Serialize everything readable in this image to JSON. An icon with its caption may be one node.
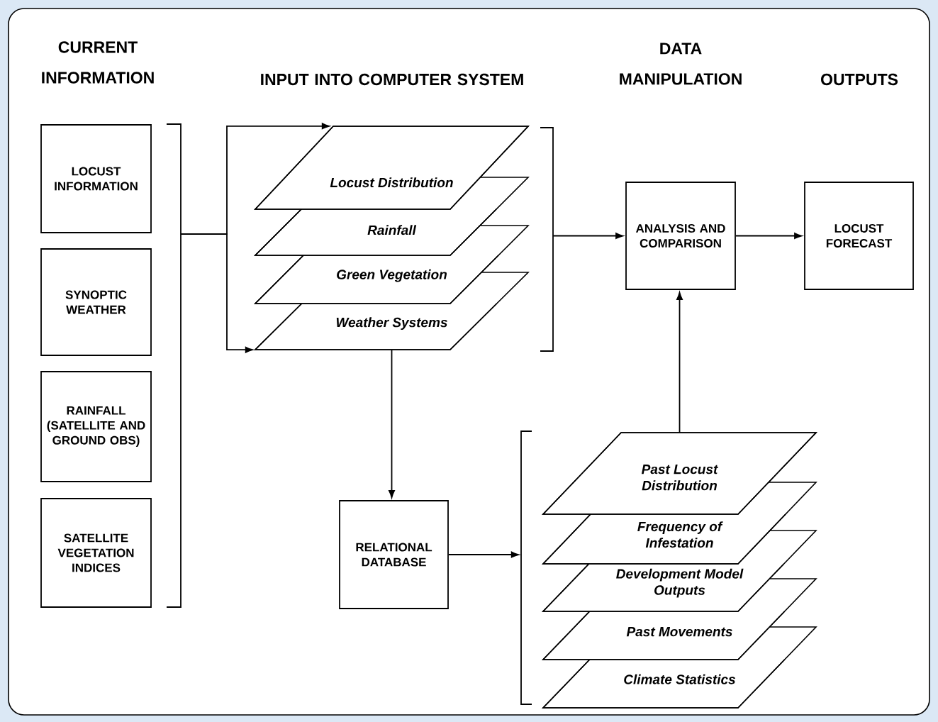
{
  "diagram": {
    "nodes": [
      {
        "text": [
          "LOCUST INFORMATION"
        ]
      },
      {
        "text": [
          "SYNOPTIC WEATHER"
        ]
      },
      {
        "text": [
          "RAINFALL (SATELLITE AND GROUND OBS)"
        ]
      },
      {
        "text": [
          "SATELLITE VEGETATION INDICES"
        ]
      },
      {
        "text": [
          "Locust Distribution"
        ]
      },
      {
        "text": [
          "Rainfall"
        ]
      },
      {
        "text": [
          "Green Vegetation"
        ]
      },
      {
        "text": [
          "Weather Systems"
        ]
      },
      {
        "text": [
          "ANALYSIS AND COMPARISON"
        ]
      },
      {
        "text": [
          "LOCUST FORECAST"
        ]
      },
      {
        "text": [
          "RELATIONAL DATABASE"
        ]
      },
      {
        "text": [
          "Past Locust Distribution"
        ]
      },
      {
        "text": [
          "Frequency of Infestation"
        ]
      },
      {
        "text": [
          "Development Model Outputs"
        ]
      },
      {
        "text": [
          "Past Movements"
        ]
      },
      {
        "text": [
          "Climate Statistics"
        ]
      },
      {
        "text": [],
        "shape": "bracket"
      },
      {
        "text": [],
        "shape": "bracket"
      },
      {
        "text": [],
        "shape": "bracket"
      }
    ],
    "edges": [
      {
        "from": 16,
        "to": 4,
        "arrow": "to"
      },
      {
        "from": 16,
        "to": 7,
        "arrow": "to"
      },
      {
        "from": 17,
        "to": 8,
        "arrow": "to"
      },
      {
        "from": 8,
        "to": 9,
        "arrow": "to"
      },
      {
        "from": 7,
        "to": 10,
        "arrow": "to"
      },
      {
        "from": 10,
        "to": 18,
        "arrow": "to"
      },
      {
        "from": 11,
        "to": 8,
        "arrow": "to"
      }
    ],
    "labels": [
      "CURRENT INFORMATION",
      "INPUT INTO COMPUTER SYSTEM",
      "DATA MANIPULATION",
      "OUTPUTS"
    ]
  }
}
